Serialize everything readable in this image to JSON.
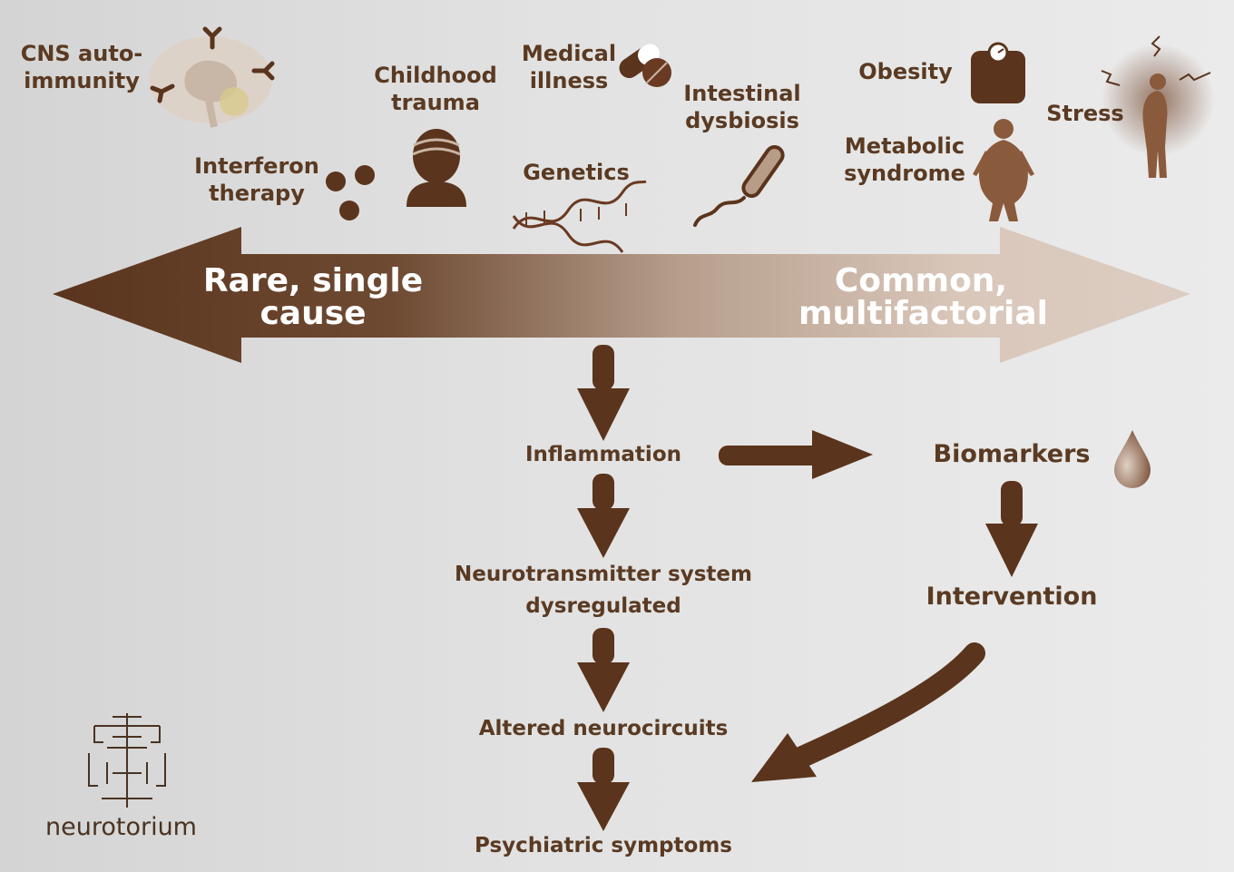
{
  "risk_factors": {
    "cns_autoimmunity": "CNS auto-\nimmunity",
    "interferon_therapy": "Interferon\ntherapy",
    "childhood_trauma": "Childhood\ntrauma",
    "medical_illness": "Medical\nillness",
    "genetics": "Genetics",
    "intestinal_dysbiosis": "Intestinal\ndysbiosis",
    "obesity": "Obesity",
    "metabolic_syndrome": "Metabolic\nsyndrome",
    "stress": "Stress"
  },
  "axis": {
    "left": "Rare, single\ncause",
    "right": "Common,\nmultifactorial"
  },
  "pathway": {
    "inflammation": "Inflammation",
    "neurotransmitter": "Neurotransmitter system\ndysregulated",
    "neurocircuits": "Altered neurocircuits",
    "symptoms": "Psychiatric symptoms",
    "biomarkers": "Biomarkers",
    "intervention": "Intervention"
  },
  "brand": {
    "name": "neurotorium"
  },
  "colors": {
    "primary": "#5a3a22",
    "light": "#d5c0b2",
    "icon": "#8a5a3c"
  },
  "icons": [
    "brain-icon",
    "capsule-icon",
    "pills-icon",
    "head-icon",
    "dna-icon",
    "bacterium-icon",
    "scale-icon",
    "body-icon",
    "stressed-person-icon",
    "blood-drop-icon",
    "neurotorium-logo"
  ]
}
